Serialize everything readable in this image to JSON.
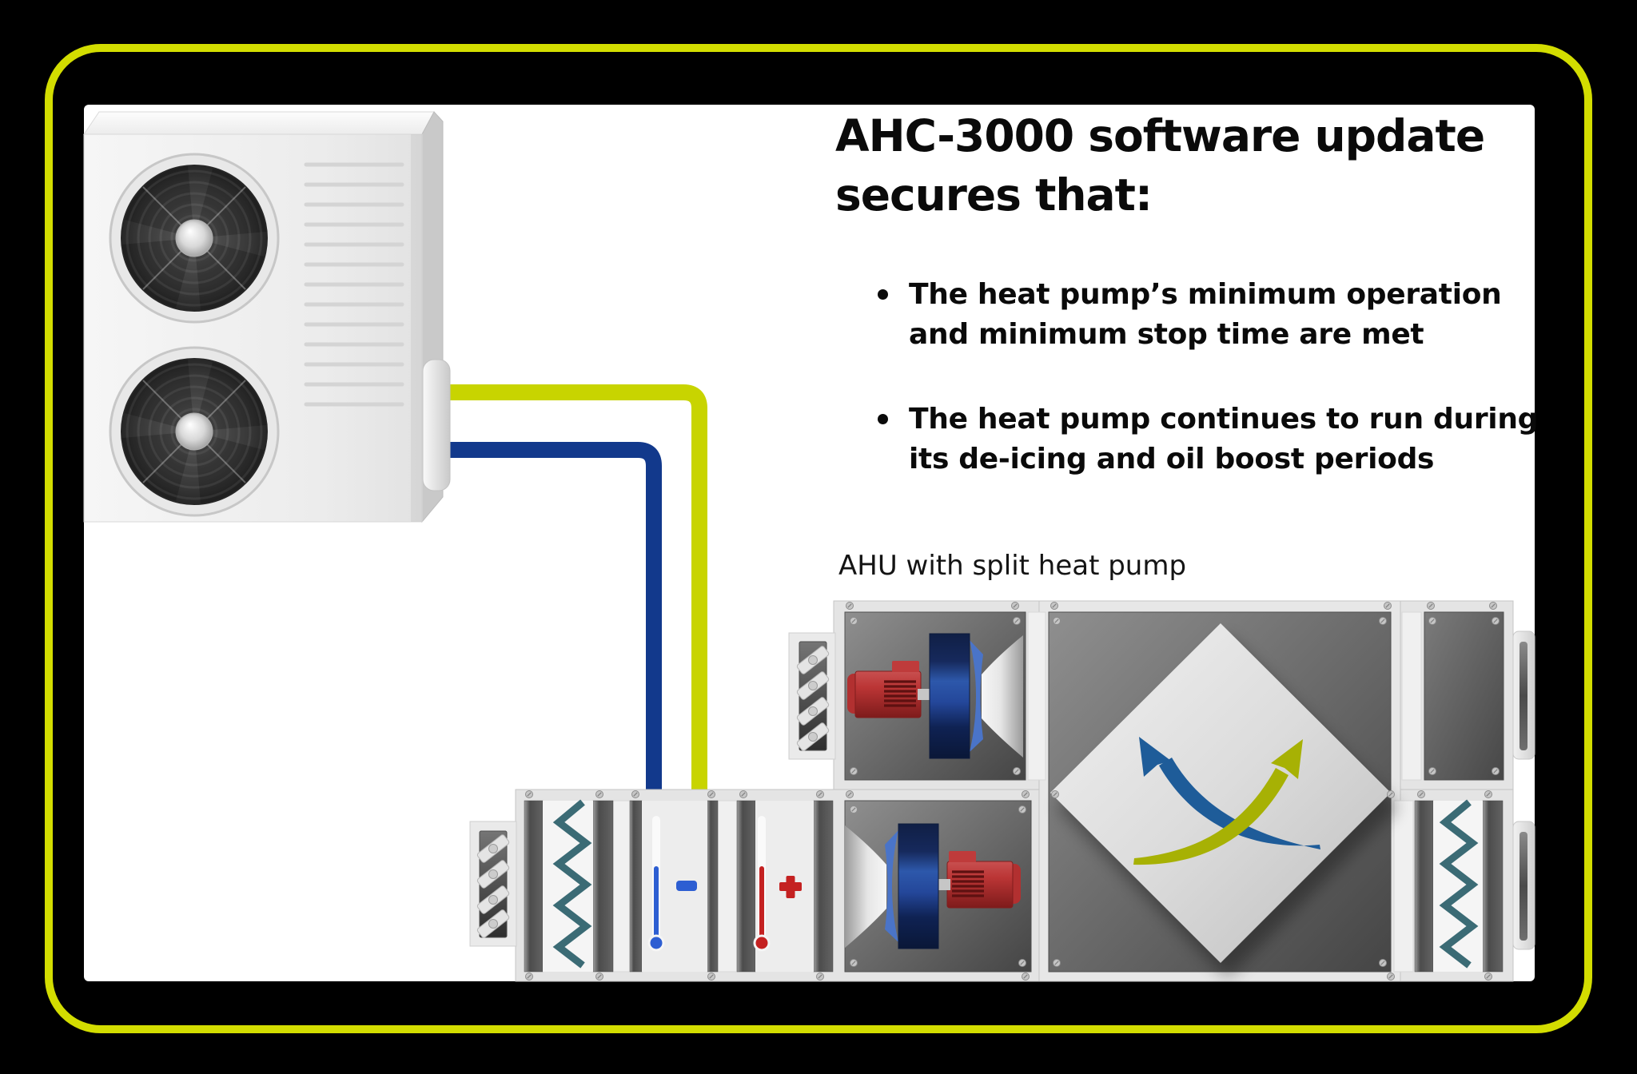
{
  "header": {
    "title_lines": [
      "AHC-3000 software update",
      "secures that:"
    ]
  },
  "bullets": [
    {
      "lines": [
        "The heat pump’s minimum operation",
        "and minimum stop time are met"
      ]
    },
    {
      "lines": [
        "The heat pump continues to run during",
        "its de-icing and oil boost periods"
      ]
    }
  ],
  "diagram": {
    "ahu_label": "AHU with split heat pump"
  },
  "icons": {
    "cooling_coil": "minus-icon",
    "heating_coil": "plus-icon",
    "extract_air_flow": "curved-arrow-blue-icon",
    "supply_air_flow": "curved-arrow-green-icon",
    "air_filter": "zigzag-filter-icon",
    "fan": "fan-icon",
    "outdoor_unit": "heat-pump-unit-icon"
  },
  "theme": {
    "background": "#000000",
    "frame_border": "#d3dd00",
    "panel": "#ffffff",
    "text": "#0a0a0a",
    "pipe_yellow": "#c8d400",
    "pipe_blue": "#12398c",
    "arrow_blue": "#1e5c99",
    "arrow_yellow": "#a7b104",
    "zigzag_teal": "#3b6b75",
    "cool_blue": "#2d5ed2",
    "heat_red": "#c42121",
    "fan_blue": "#2d58ab",
    "motor_red": "#bb3535"
  }
}
